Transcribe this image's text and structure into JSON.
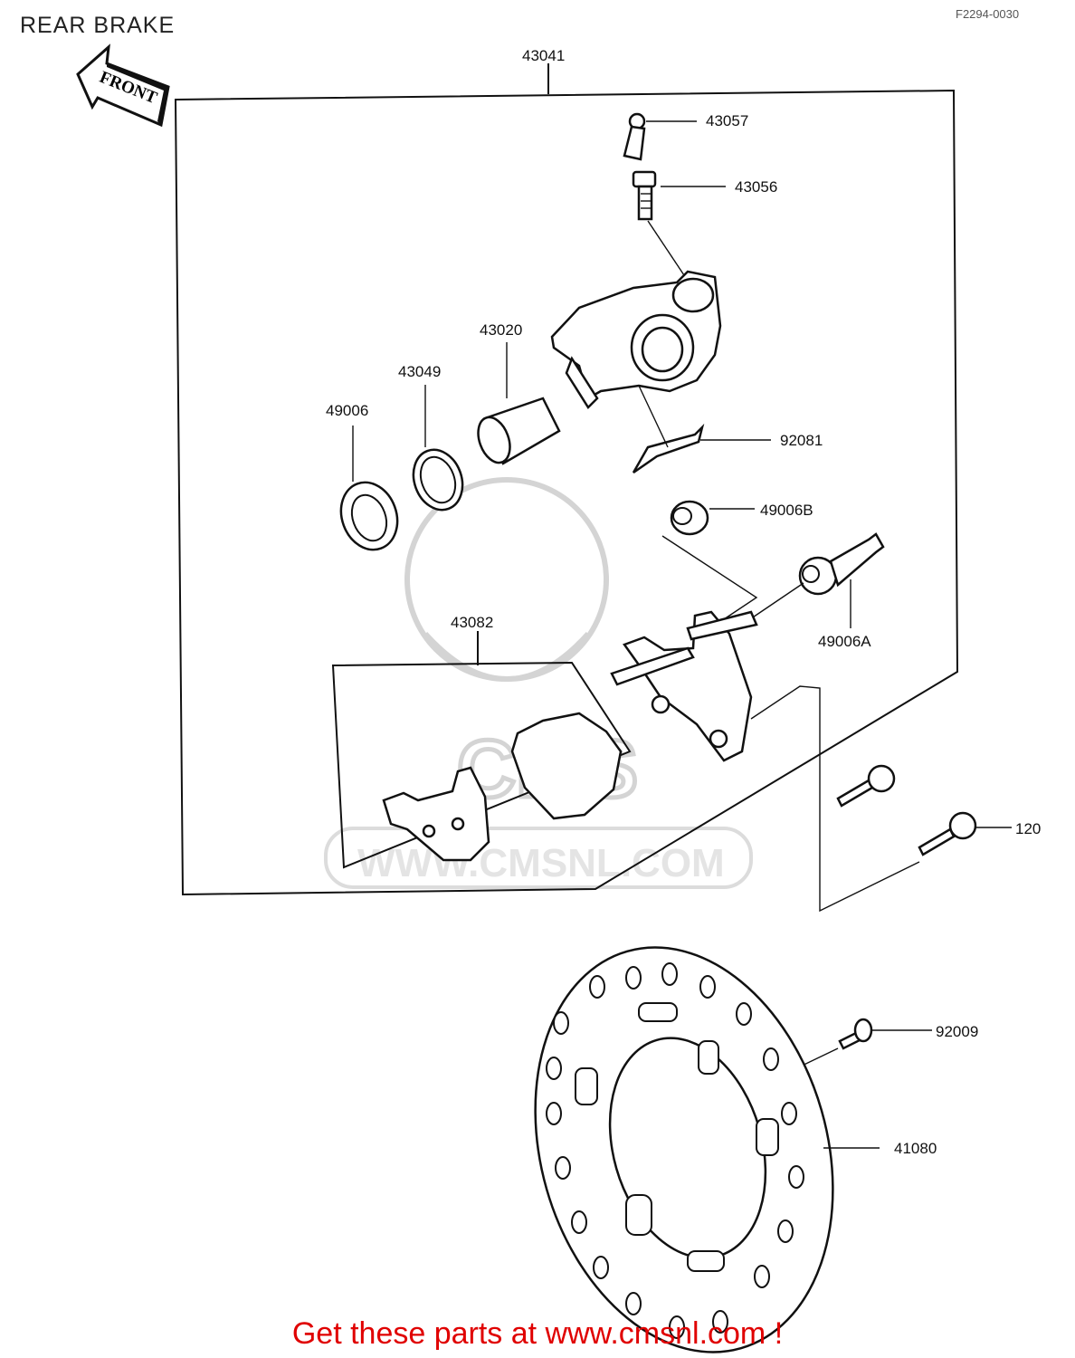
{
  "page": {
    "title": "REAR BRAKE",
    "diagram_code": "F2294-0030"
  },
  "front_arrow": {
    "label": "FRONT"
  },
  "parts": [
    {
      "id": "assembly",
      "number": "43041"
    },
    {
      "id": "bleed-cap",
      "number": "43057"
    },
    {
      "id": "bleed-valve",
      "number": "43056"
    },
    {
      "id": "piston",
      "number": "43020"
    },
    {
      "id": "piston-seal",
      "number": "43049"
    },
    {
      "id": "dust-seal",
      "number": "49006"
    },
    {
      "id": "pad-spring",
      "number": "92081"
    },
    {
      "id": "boot-b",
      "number": "49006B"
    },
    {
      "id": "boot-a",
      "number": "49006A"
    },
    {
      "id": "brake-pads",
      "number": "43082"
    },
    {
      "id": "caliper-bolt",
      "number": "120"
    },
    {
      "id": "disc-bolt",
      "number": "92009"
    },
    {
      "id": "brake-disc",
      "number": "41080"
    }
  ],
  "watermark": {
    "text": "WWW.CMSNL.COM",
    "logo": "CMS"
  },
  "footer": {
    "cta": "Get these parts at www.cmsnl.com !"
  }
}
